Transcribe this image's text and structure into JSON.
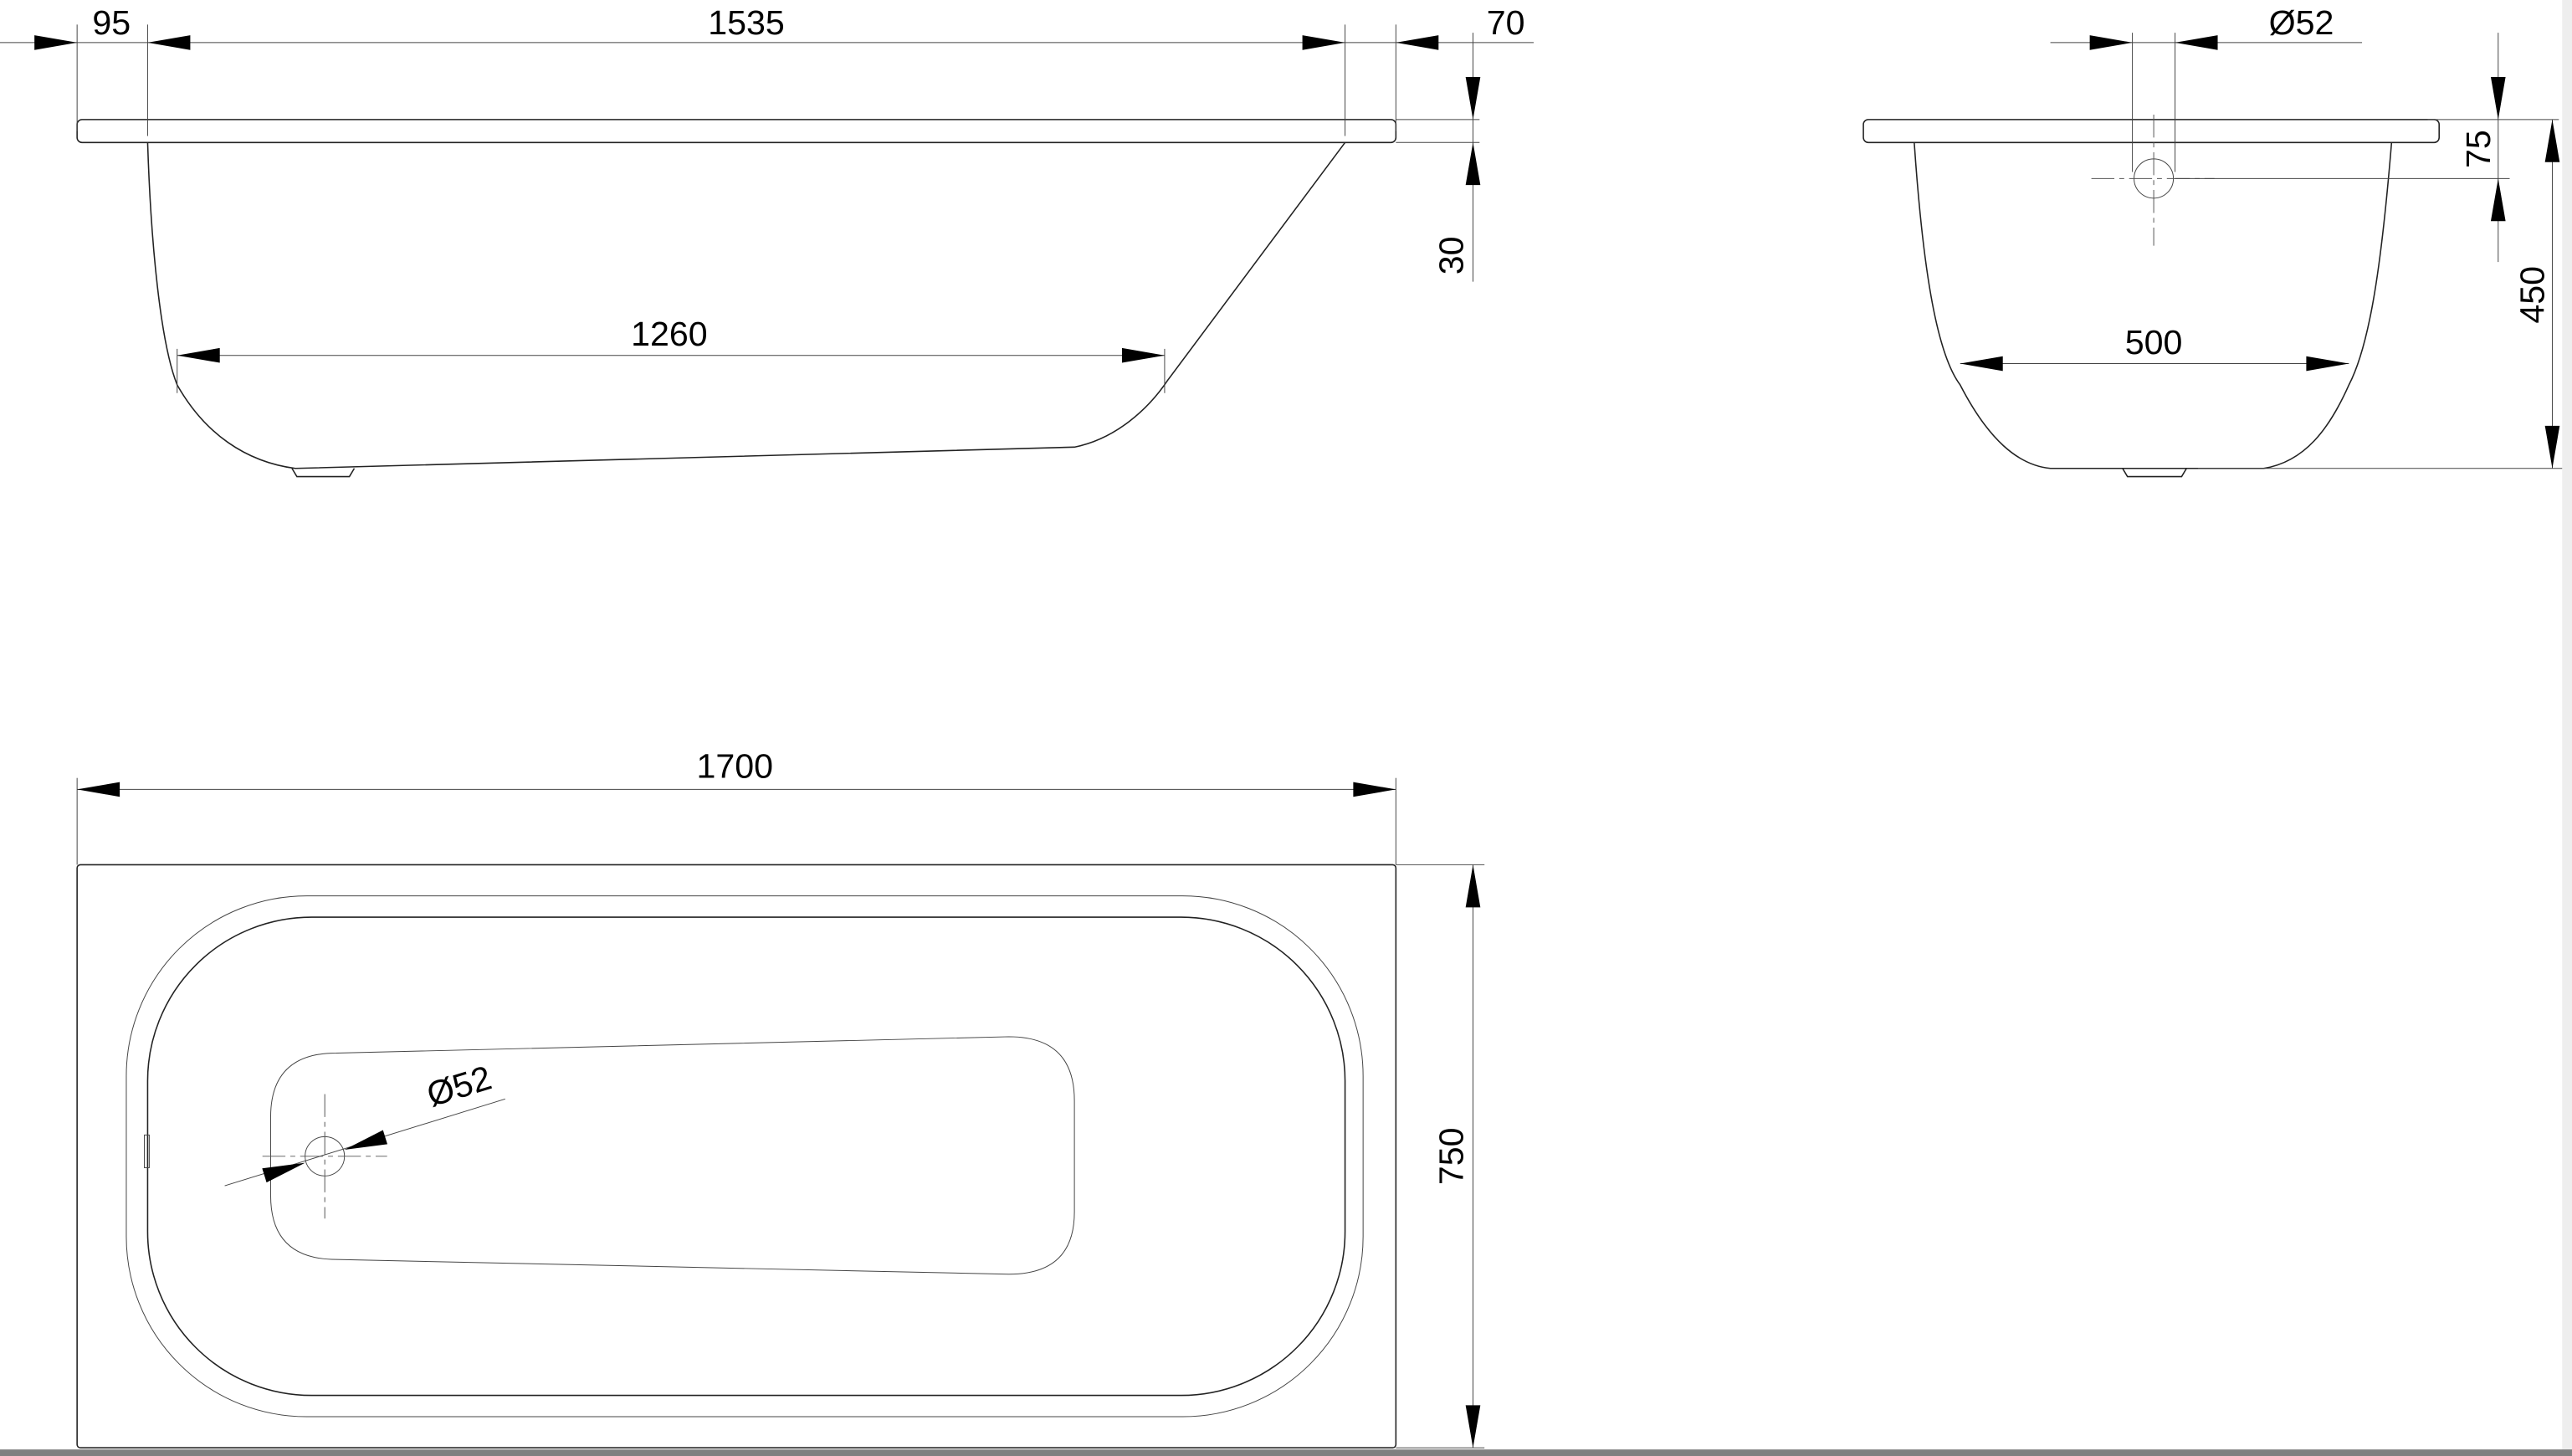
{
  "drawing": {
    "side_view": {
      "dims": {
        "left_rim": "95",
        "inner_length": "1535",
        "right_rim": "70",
        "rim_height": "30",
        "floor_length": "1260"
      }
    },
    "end_view": {
      "dims": {
        "drain_diameter": "Ø52",
        "drain_height": "75",
        "total_height": "450",
        "floor_width": "500"
      }
    },
    "top_view": {
      "dims": {
        "total_length": "1700",
        "total_width": "750",
        "drain_diameter": "Ø52"
      }
    }
  },
  "colors": {
    "line": "#222222",
    "frame": "#808080"
  }
}
